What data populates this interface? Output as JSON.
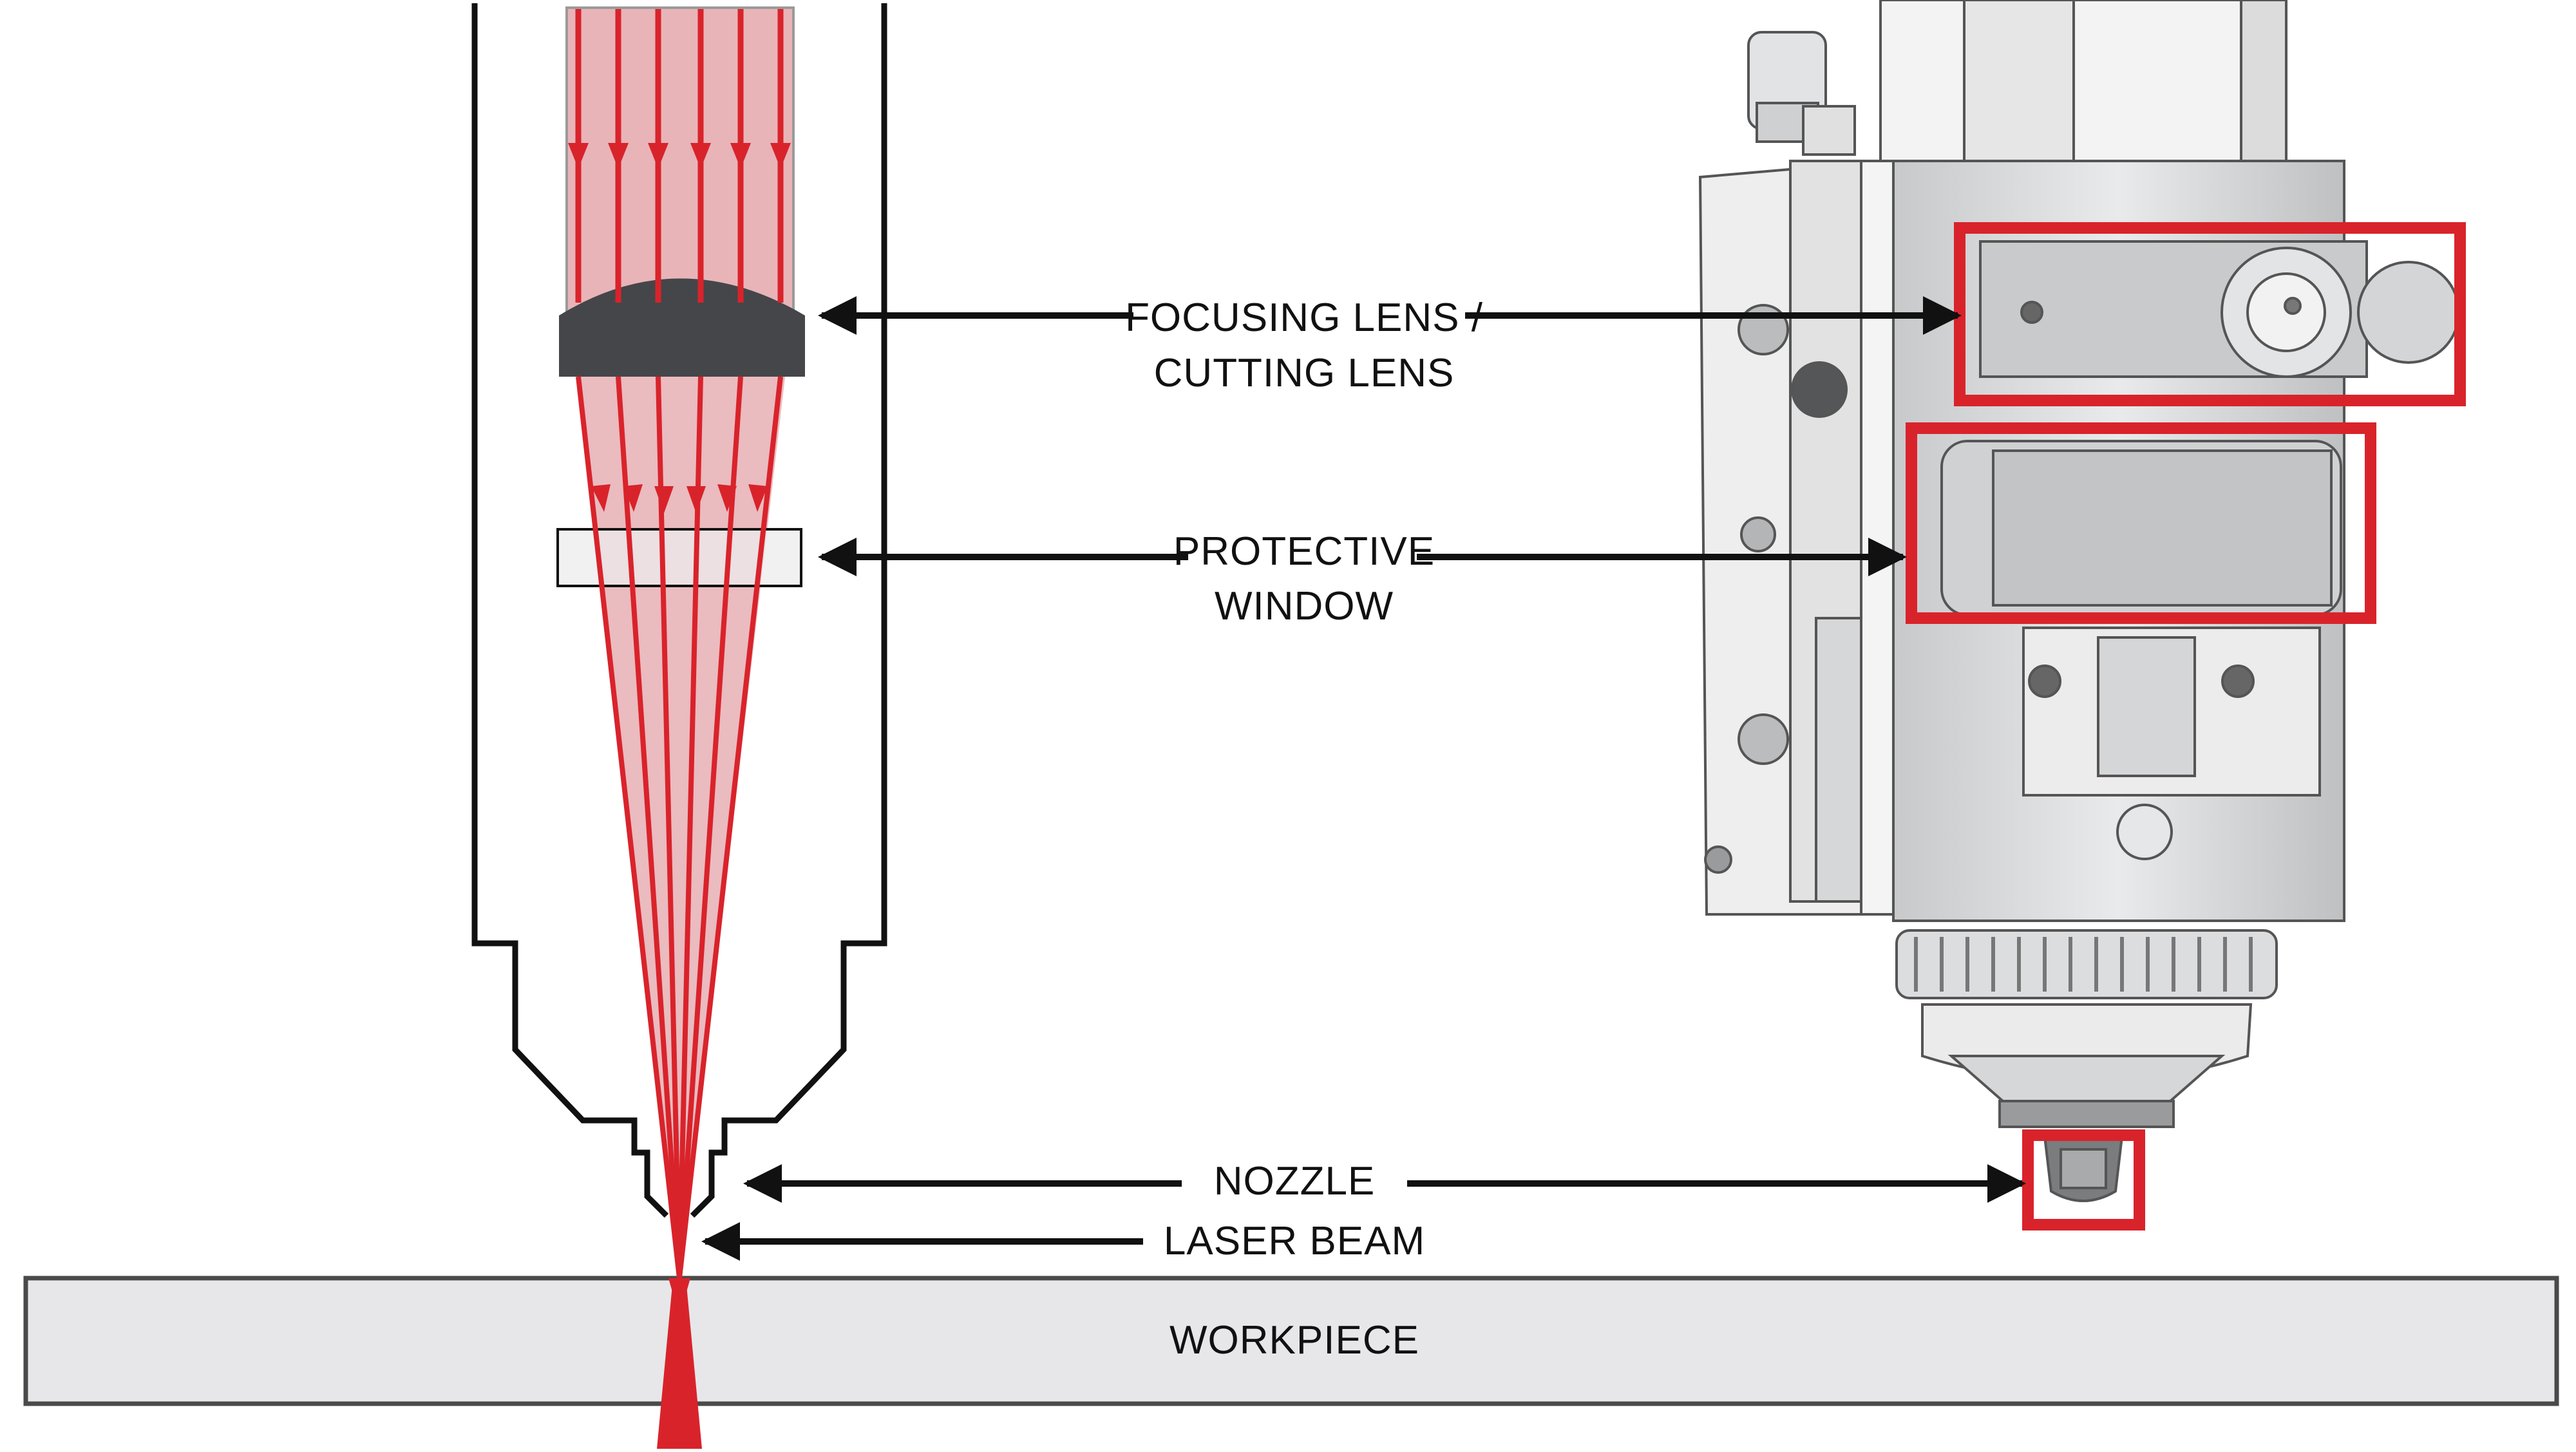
{
  "labels": {
    "focusing_lens_line1": "FOCUSING LENS /",
    "focusing_lens_line2": "CUTTING LENS",
    "protective_window_line1": "PROTECTIVE",
    "protective_window_line2": "WINDOW",
    "nozzle": "NOZZLE",
    "laser_beam": "LASER BEAM",
    "workpiece": "WORKPIECE"
  },
  "colors": {
    "beam_red": "#d9232b",
    "beam_fill": "#e8b4b8",
    "lens_dark": "#45464a",
    "highlight_red": "#d9232b",
    "outline": "#111111",
    "workpiece_fill": "#e7e7e9",
    "workpiece_border": "#4a4a4a",
    "machine_gray": "#d4d5d7"
  },
  "icons": {
    "laser_head_photo": "laser-cutting-head-illustration"
  }
}
